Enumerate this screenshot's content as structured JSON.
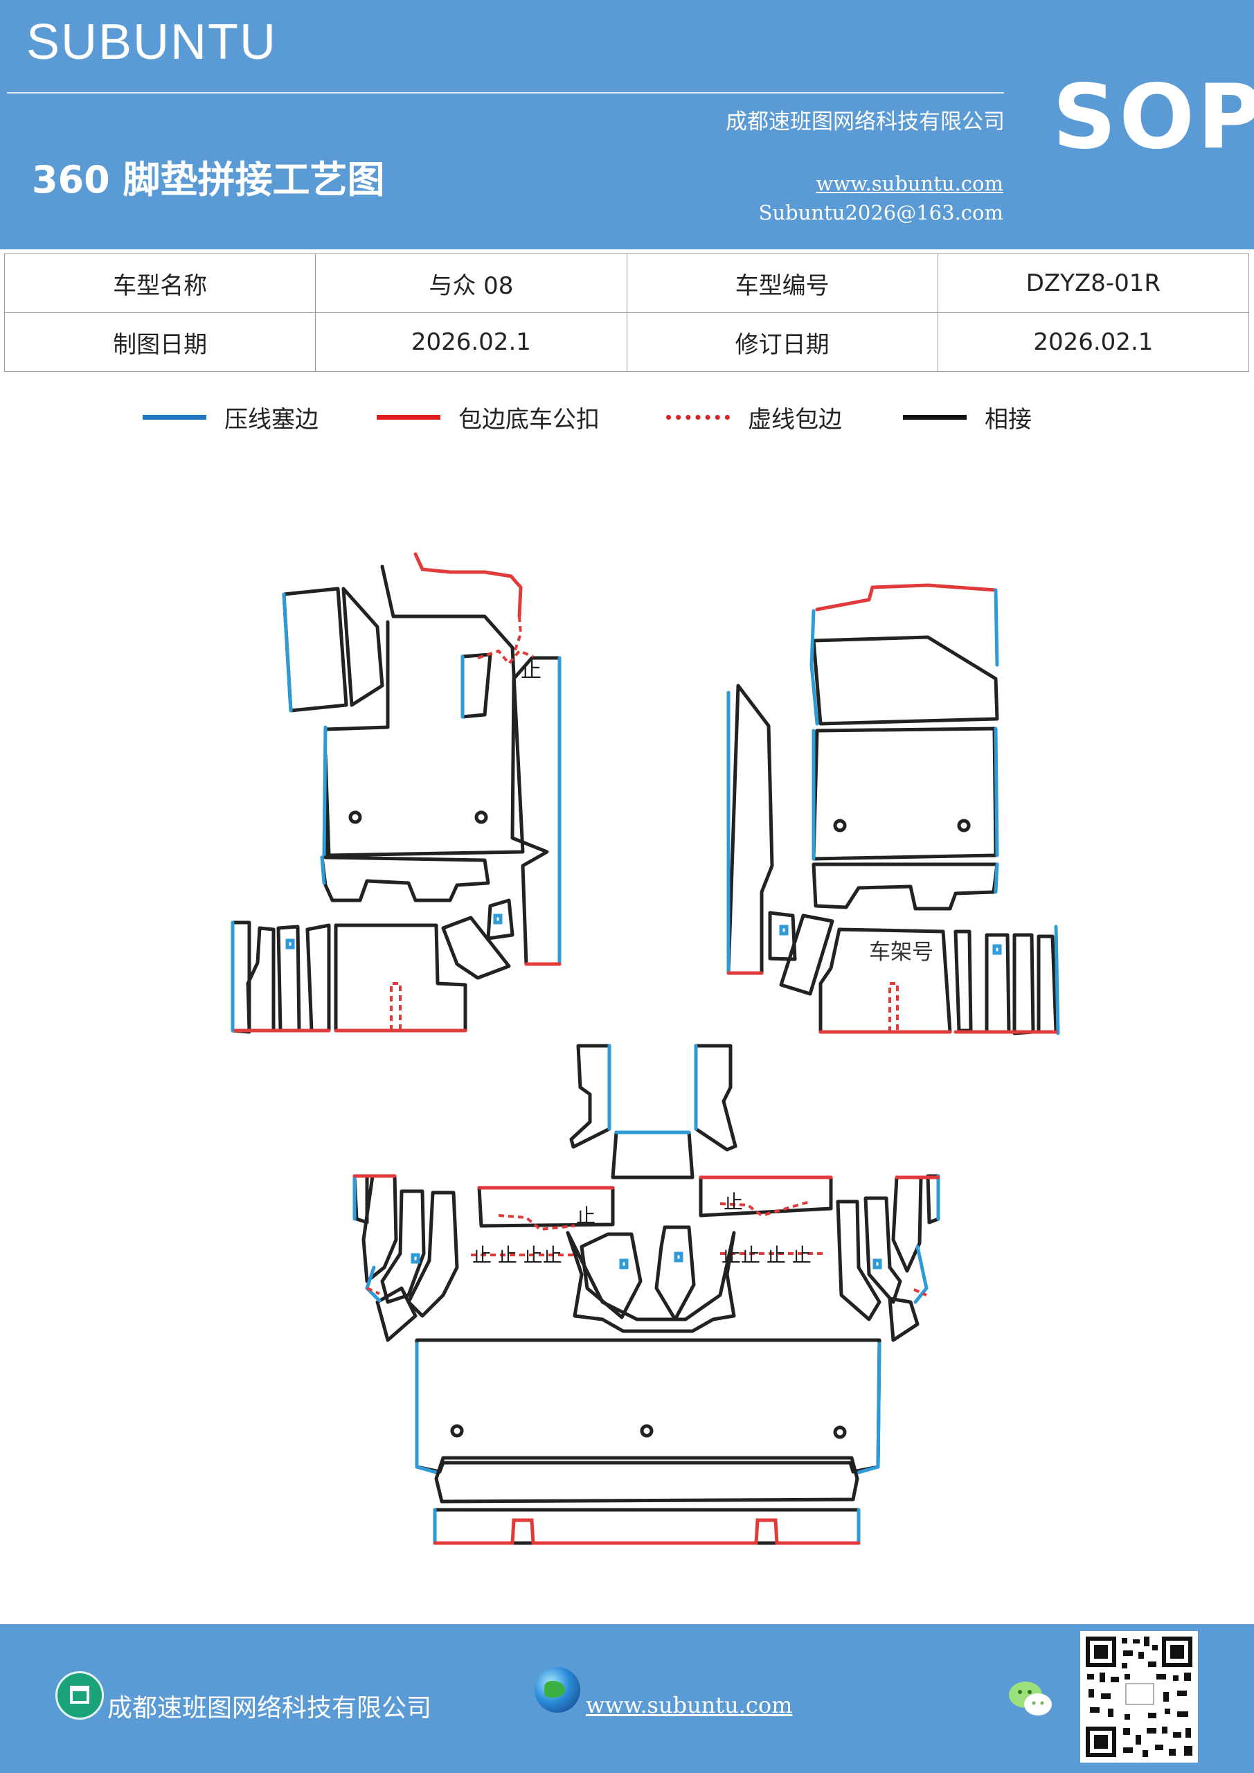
{
  "header": {
    "brand": "SUBUNTU",
    "sop": "SOP",
    "company": "成都速班图网络科技有限公司",
    "title": "360 脚垫拼接工艺图",
    "website": "www.subuntu.com",
    "email": "Subuntu2026@163.com"
  },
  "info_table": {
    "rows": [
      {
        "label1": "车型名称",
        "value1": "与众 08",
        "label2": "车型编号",
        "value2": "DZYZ8-01R"
      },
      {
        "label1": "制图日期",
        "value1": "2026.02.1",
        "label2": "修订日期",
        "value2": "2026.02.1"
      }
    ]
  },
  "legend": [
    {
      "label": "压线塞边",
      "color": "#1f77c8",
      "style": "solid"
    },
    {
      "label": "包边底车公扣",
      "color": "#e02020",
      "style": "solid"
    },
    {
      "label": "虚线包边",
      "color": "#e02020",
      "style": "dotted"
    },
    {
      "label": "相接",
      "color": "#111111",
      "style": "solid"
    }
  ],
  "diagram": {
    "vin_label": "车架号",
    "colors": {
      "outline": "#222222",
      "press_edge": "#2e9bd6",
      "bind_edge": "#e03a3a"
    }
  },
  "footer": {
    "company": "成都速班图网络科技有限公司",
    "website": "www.subuntu.com",
    "icons": [
      "building-icon",
      "globe-icon",
      "wechat-icon",
      "qr-code"
    ]
  }
}
